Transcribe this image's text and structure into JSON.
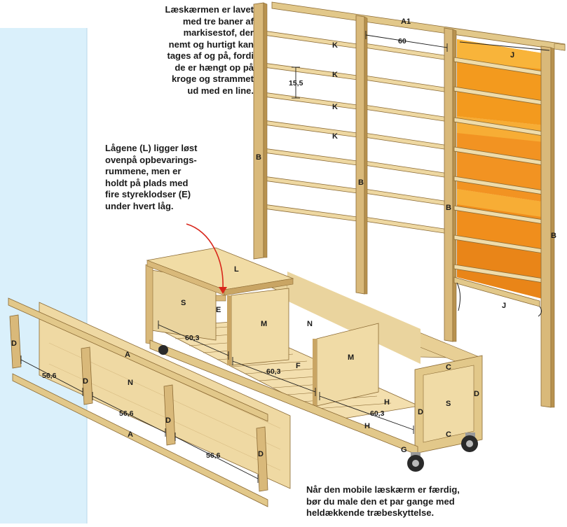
{
  "captions": {
    "top": [
      "Læskærmen er lavet",
      "med tre baner af",
      "markisestof, der",
      "nemt og hurtigt kan",
      "tages af og på, fordi",
      "de er hængt op på",
      "kroge og strammet",
      "ud med en line."
    ],
    "middle": [
      "Lågene (L) ligger løst",
      "ovenpå opbevarings-",
      "rummene, men er",
      "holdt på plads med",
      "fire styreklodser (E)",
      "under hvert låg."
    ],
    "bottom": [
      "Når den mobile læskærm er færdig,",
      "bør du male den et par gange med",
      "heldækkende træbeskyttelse."
    ]
  },
  "part_labels": {
    "A1": "A1",
    "K": "K",
    "J": "J",
    "B": "B",
    "L": "L",
    "E": "E",
    "S": "S",
    "M": "M",
    "N": "N",
    "F": "F",
    "C": "C",
    "D": "D",
    "H": "H",
    "G": "G",
    "A": "A"
  },
  "dimensions": {
    "bar_gap": "60",
    "slat_spacing": "15,5",
    "compartment": "60,3",
    "post_spacing": "56,6"
  },
  "colors": {
    "wall": "#daf0fb",
    "wood_light": "#e7cf96",
    "wood_mid": "#d9b97a",
    "wood_dark": "#b8924f",
    "wood_edge": "#8b6a34",
    "fabric": "#f39a1e",
    "fabric_light": "#f8b43a",
    "fabric_dark": "#e0801a",
    "arrow": "#d8261b",
    "wheel": "#2a2a2a"
  }
}
